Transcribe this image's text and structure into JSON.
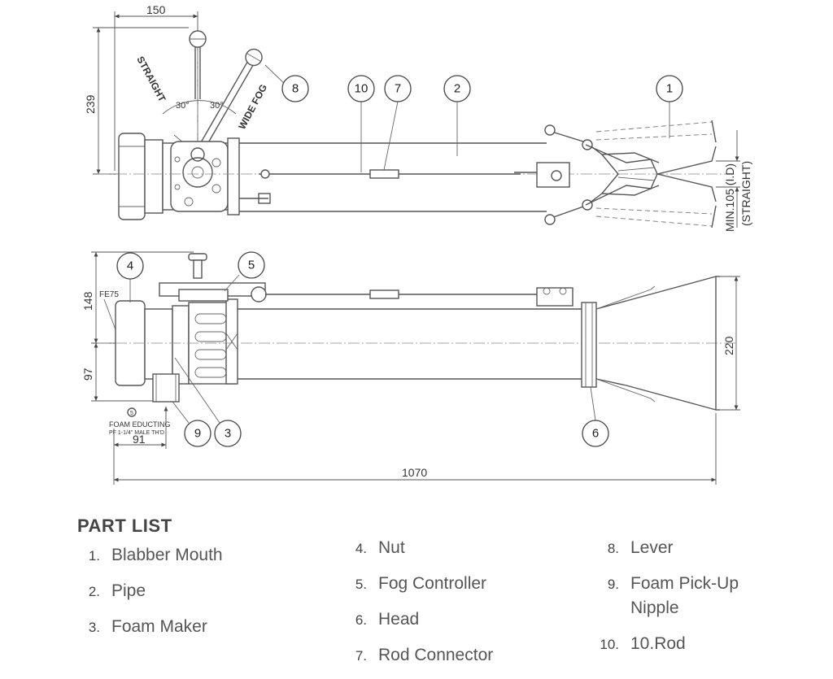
{
  "dimensions": {
    "top_width": "150",
    "top_height": "239",
    "angle_left": "30°",
    "angle_right": "30°",
    "straight": "STRAIGHT",
    "wide_fog": "WIDE FOG",
    "min_id": "MIN.105 (I.D)",
    "min_id_note": "(STRAIGHT)",
    "side_top": "148",
    "side_bottom": "97",
    "side_outlet": "220",
    "fe75": "FE75",
    "eductor_note": "FOAM EDUCTING",
    "eductor_thread": "PF 1-1/4\" MALE TH'D",
    "eductor_offset": "91",
    "overall_length": "1070",
    "small_ref": "5"
  },
  "callouts": {
    "c1": "1",
    "c2": "2",
    "c3": "3",
    "c4": "4",
    "c5": "5",
    "c6": "6",
    "c7": "7",
    "c8": "8",
    "c9": "9",
    "c10": "10"
  },
  "part_list": {
    "title": "PART LIST",
    "items": [
      {
        "num": "1.",
        "name": "Blabber Mouth"
      },
      {
        "num": "2.",
        "name": "Pipe"
      },
      {
        "num": "3.",
        "name": "Foam Maker"
      },
      {
        "num": "4.",
        "name": "Nut"
      },
      {
        "num": "5.",
        "name": "Fog Controller"
      },
      {
        "num": "6.",
        "name": "Head"
      },
      {
        "num": "7.",
        "name": "Rod Connector"
      },
      {
        "num": "8.",
        "name": "Lever"
      },
      {
        "num": "9.",
        "name": "Foam Pick-Up Nipple"
      },
      {
        "num": "10.",
        "name": "10.Rod"
      }
    ]
  }
}
